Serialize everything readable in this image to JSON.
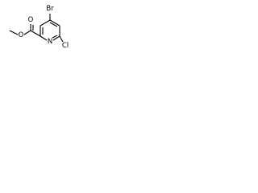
{
  "molecule": {
    "labels": {
      "bromine": "Br",
      "chlorine": "Cl",
      "ring_nitrogen": "N",
      "carbonyl_oxygen": "O",
      "ester_oxygen": "O"
    },
    "colors": {
      "bond": "#000000",
      "label": "#000000",
      "background": "#ffffff"
    }
  }
}
